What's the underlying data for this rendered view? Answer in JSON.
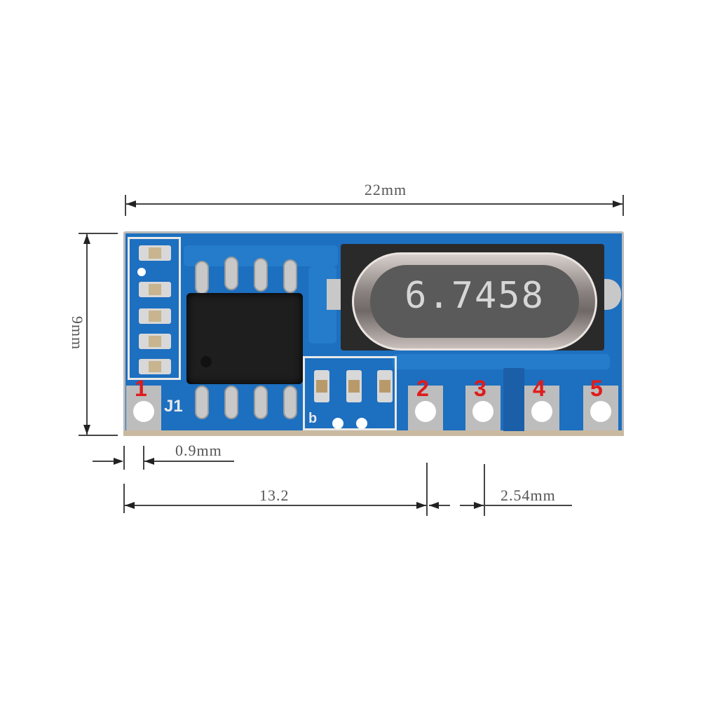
{
  "figure": {
    "type": "pcb-dimension-drawing",
    "dimensions": {
      "width": "22mm",
      "height": "9mm",
      "edge_to_pin1": "0.9mm",
      "pin1_to_pin2": "13.2",
      "pin_pitch": "2.54mm"
    },
    "components": {
      "crystal_marking": "6.7458",
      "connector_label": "J1",
      "silkscreen_small": "b"
    },
    "pins": [
      {
        "label": "1"
      },
      {
        "label": "2"
      },
      {
        "label": "3"
      },
      {
        "label": "4"
      },
      {
        "label": "5"
      }
    ],
    "colors": {
      "pcb": "#1d6fc0",
      "pin_label": "#e01b1b",
      "dimension_line": "#444444",
      "chip": "#1e1e1e"
    }
  }
}
